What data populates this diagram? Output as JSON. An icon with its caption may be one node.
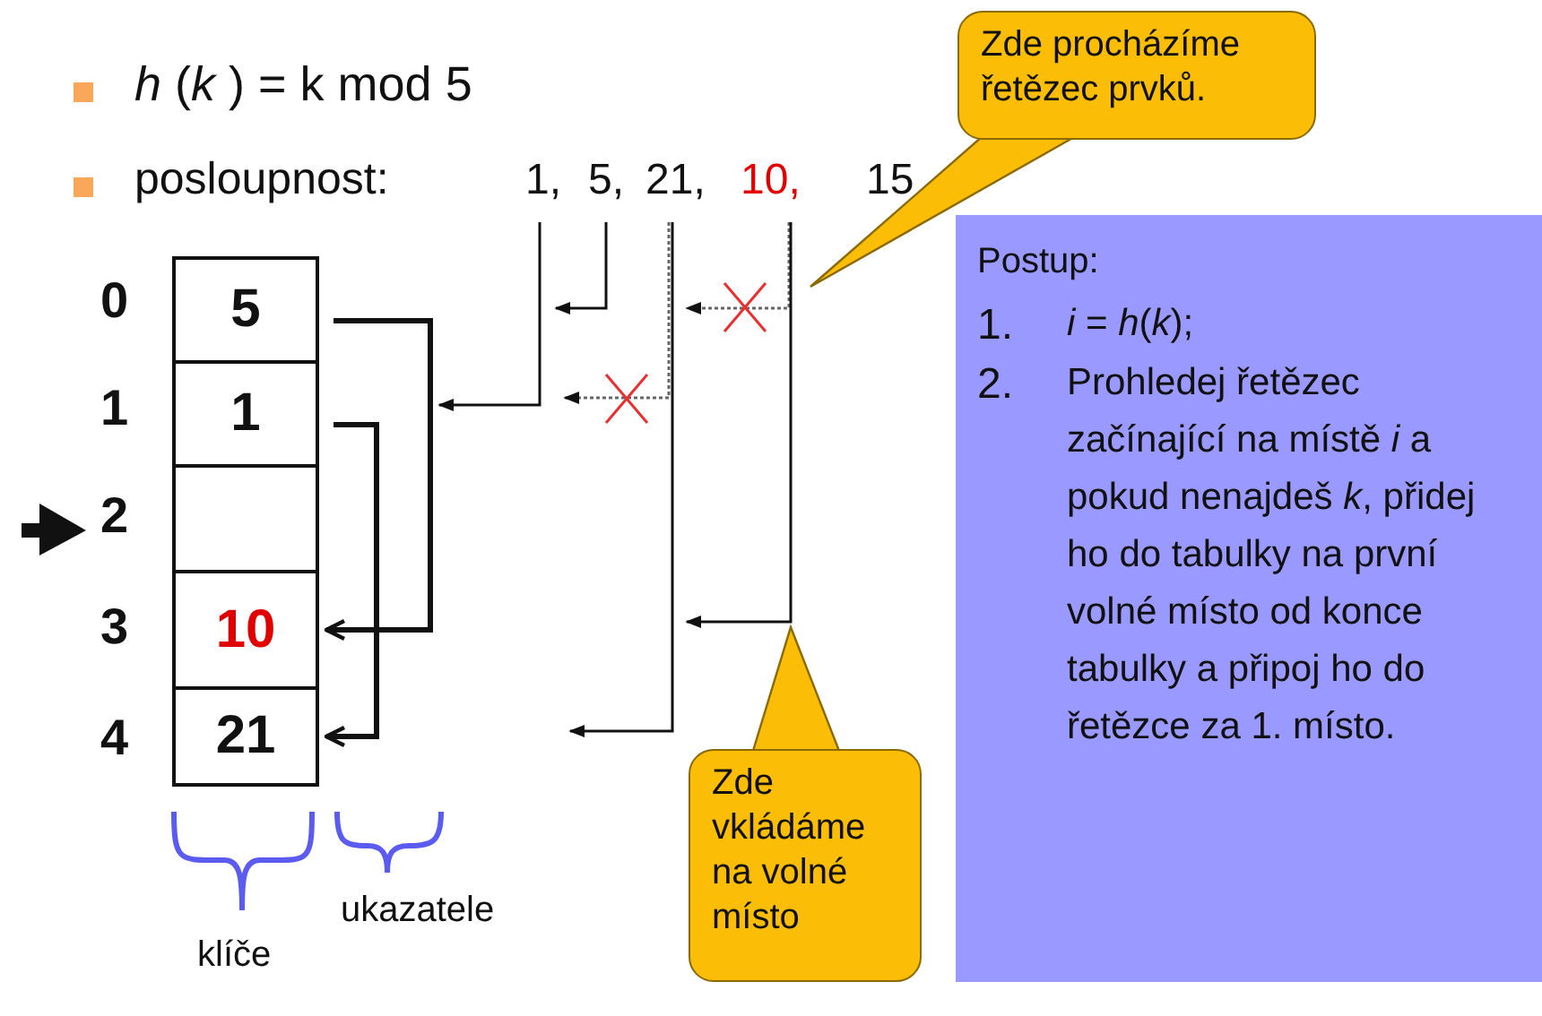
{
  "diagram": {
    "nodes": [
      {
        "text": [
          "1,"
        ]
      },
      {
        "text": [
          "5,"
        ]
      },
      {
        "text": [
          "21,"
        ]
      },
      {
        "text": [
          "10,"
        ]
      },
      {
        "text": [
          "15"
        ]
      },
      {
        "text": [
          "Zde procházíme řetězec prvků."
        ]
      },
      {
        "text": [
          "5"
        ]
      },
      {
        "text": [
          "1"
        ]
      },
      {
        "text": [],
        "shape": "box"
      },
      {
        "text": [
          "10"
        ]
      },
      {
        "text": [
          "21"
        ]
      },
      {
        "text": [
          "Postup:",
          "1.",
          "*i* = *h*(*k*);",
          "2.",
          "Prohledej řetězec začínající na místě *i* a pokud nenajdeš *k*, přidej ho do tabulky na první volné místo od konce tabulky a připoj ho do řetězce za 1. místo."
        ]
      },
      {
        "text": [
          "Zde vkládáme na volné místo"
        ]
      }
    ],
    "edges": [
      {
        "from": 1,
        "to": null,
        "arrow": "to"
      },
      {
        "from": 0,
        "to": null,
        "arrow": "to"
      },
      {
        "from": 3,
        "to": null,
        "arrow": "to",
        "style": "dashed"
      },
      {
        "from": 2,
        "to": null,
        "arrow": "to",
        "style": "dashed"
      },
      {
        "from": 3,
        "to": null,
        "arrow": "to"
      },
      {
        "from": 2,
        "to": null,
        "arrow": "to"
      },
      {
        "from": 6,
        "to": 9,
        "arrow": "to",
        "style": "thick"
      },
      {
        "from": 7,
        "to": 10,
        "arrow": "to",
        "style": "thick"
      }
    ],
    "labels": [
      "*h* (*k* ) = k mod 5",
      "posloupnost:",
      "0",
      "1",
      "2",
      "3",
      "4",
      "klíče",
      "ukazatele"
    ]
  }
}
